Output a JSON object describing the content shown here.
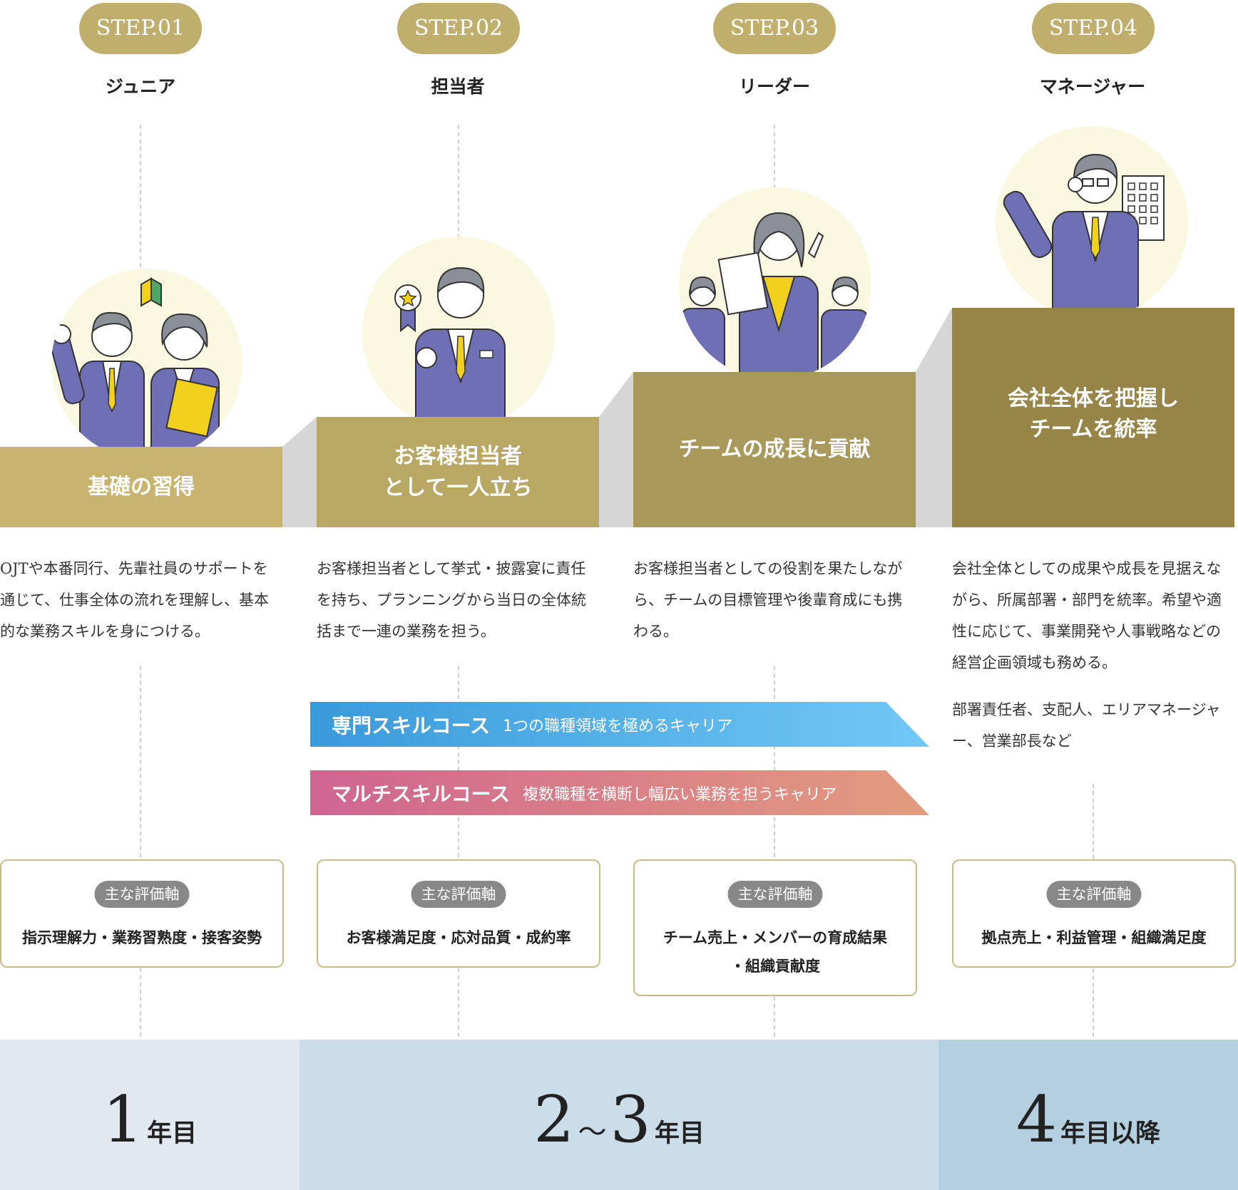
{
  "steps": [
    {
      "badge": "STEP.01",
      "role": "ジュニア",
      "block": [
        "基礎の習得"
      ],
      "desc": "OJTや本番同行、先輩社員のサポートを通じて、仕事全体の流れを理解し、基本的な業務スキルを身につける。",
      "eval_label": "主な評価軸",
      "eval": [
        "指示理解力・業務習熟度・接客姿勢"
      ]
    },
    {
      "badge": "STEP.02",
      "role": "担当者",
      "block": [
        "お客様担当者",
        "として一人立ち"
      ],
      "desc": "お客様担当者として挙式・披露宴に責任を持ち、プランニングから当日の全体統括まで一連の業務を担う。",
      "eval_label": "主な評価軸",
      "eval": [
        "お客様満足度・応対品質・成約率"
      ]
    },
    {
      "badge": "STEP.03",
      "role": "リーダー",
      "block": [
        "チームの成長に貢献"
      ],
      "desc": "お客様担当者としての役割を果たしながら、チームの目標管理や後輩育成にも携わる。",
      "eval_label": "主な評価軸",
      "eval": [
        "チーム売上・メンバーの育成結果",
        "・組織貢献度"
      ]
    },
    {
      "badge": "STEP.04",
      "role": "マネージャー",
      "block": [
        "会社全体を把握し",
        "チームを統率"
      ],
      "desc": "会社全体としての成果や成長を見据えながら、所属部署・部門を統率。希望や適性に応じて、事業開発や人事戦略などの経営企画領域も務める。",
      "desc2": "部署責任者、支配人、エリアマネージャー、営業部長など",
      "eval_label": "主な評価軸",
      "eval": [
        "拠点売上・利益管理・組織満足度"
      ]
    }
  ],
  "courses": [
    {
      "name": "専門スキルコース",
      "sub": "1つの職種領域を極めるキャリア"
    },
    {
      "name": "マルチスキルコース",
      "sub": "複数職種を横断し幅広い業務を担うキャリア"
    }
  ],
  "years": [
    {
      "num": "1",
      "unit": "年目"
    },
    {
      "num_a": "2",
      "sep": "〜",
      "num_b": "3",
      "unit": "年目"
    },
    {
      "num": "4",
      "unit": "年目以降"
    }
  ],
  "colors": {
    "badge": "#bfae6c",
    "block1": "#c8b46f",
    "block2": "#b9a863",
    "block3": "#a8985a",
    "block4": "#978548",
    "course1_from": "#3a9ad9",
    "course1_to": "#72c8f7",
    "course2_from": "#cf6590",
    "course2_to": "#e39c7e",
    "year1": "#e1e8ef",
    "year2": "#cbdde9",
    "year3": "#b3cfe0"
  },
  "icons": [
    "worker-pair-illustration",
    "medal-icon",
    "beginner-mark-icon",
    "leader-illustration",
    "building-icon"
  ]
}
